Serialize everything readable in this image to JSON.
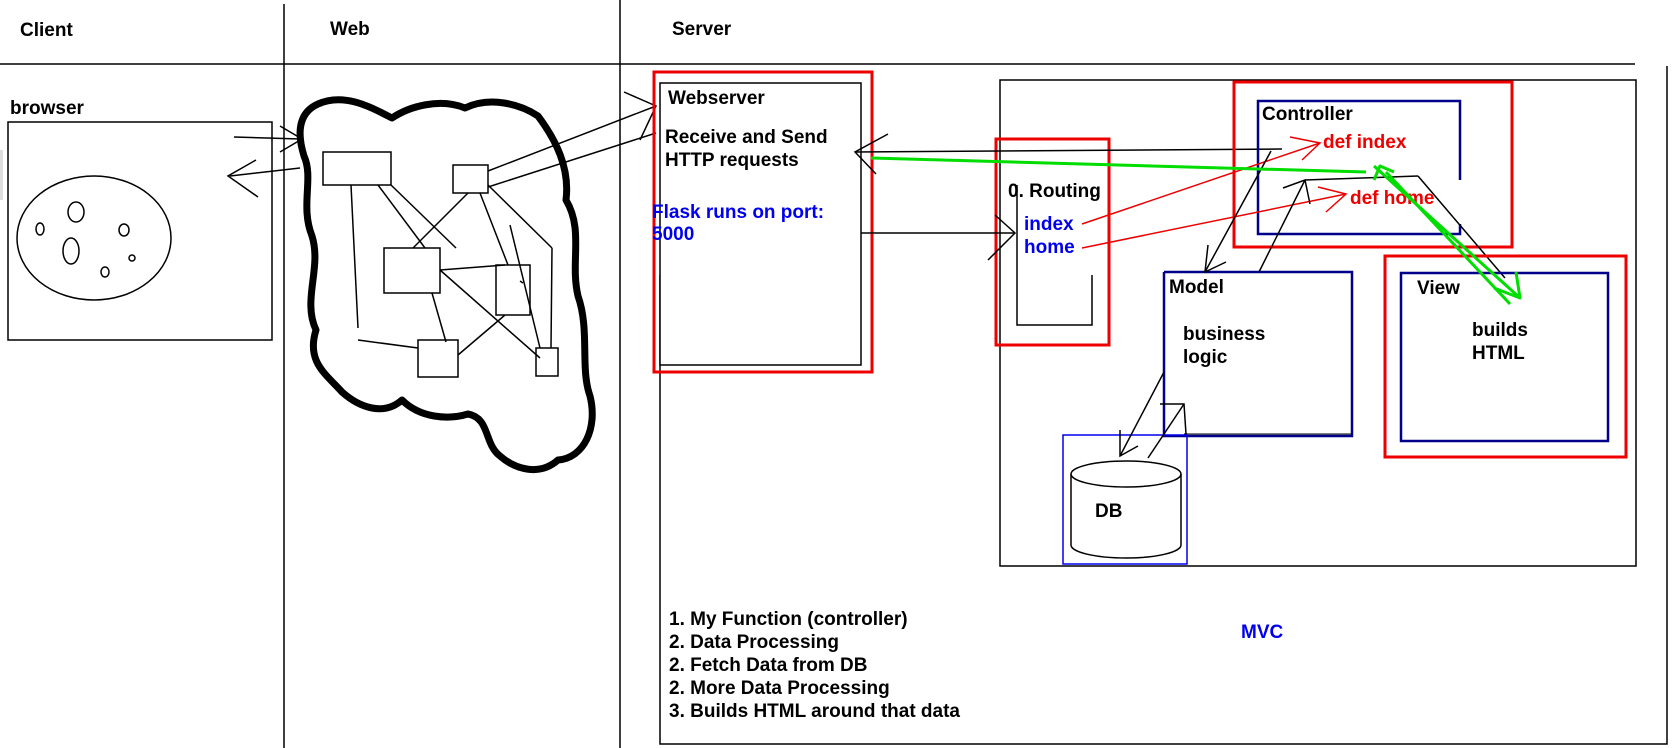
{
  "columns": {
    "client": "Client",
    "web": "Web",
    "server": "Server"
  },
  "client": {
    "browser": "browser"
  },
  "webserver": {
    "title": "Webserver",
    "line1": "Receive and Send",
    "line2": "HTTP requests",
    "port_line1": "Flask runs on port:",
    "port_line2": "5000"
  },
  "routing": {
    "title": "0. Routing",
    "route1": "index",
    "route2": "home"
  },
  "controller": {
    "title": "Controller",
    "func1": "def index",
    "func2": "def home"
  },
  "model": {
    "title": "Model",
    "line1": "business",
    "line2": "logic"
  },
  "view": {
    "title": "View",
    "line1": "builds",
    "line2": "HTML"
  },
  "db": {
    "label": "DB"
  },
  "mvc_label": "MVC",
  "steps": [
    "1. My Function (controller)",
    "2. Data Processing",
    "2. Fetch Data from DB",
    "2. More Data Processing",
    "3. Builds HTML around that data"
  ],
  "colors": {
    "red": "#ee0000",
    "blue": "#0000ee",
    "navy": "#00008b",
    "green": "#00dd00",
    "black": "#000000"
  }
}
